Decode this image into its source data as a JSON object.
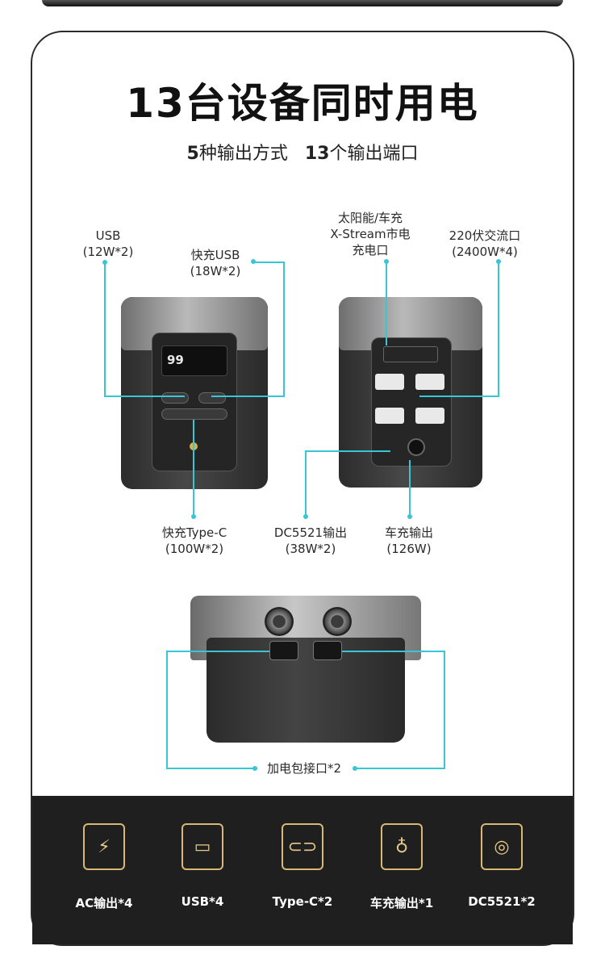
{
  "headline": "13台设备同时用电",
  "subline": {
    "part1_num": "5",
    "part1_text": "种输出方式",
    "part2_num": "13",
    "part2_text": "个输出端口"
  },
  "front_labels": {
    "usb": [
      "USB",
      "(12W*2)"
    ],
    "fast_usb": [
      "快充USB",
      "(18W*2)"
    ],
    "type_c": [
      "快充Type-C",
      "(100W*2)"
    ]
  },
  "back_labels": {
    "solar": [
      "太阳能/车充",
      "X-Stream市电",
      "充电口"
    ],
    "ac": [
      "220伏交流口",
      "(2400W*4)"
    ],
    "dc5521": [
      "DC5521输出",
      "(38W*2)"
    ],
    "car": [
      "车充输出",
      "(126W)"
    ]
  },
  "screen_value": "99",
  "extra_battery_label": "加电包接口*2",
  "ports": [
    {
      "icon": "ac-outlet-icon",
      "label": "AC输出*4"
    },
    {
      "icon": "usb-icon",
      "label": "USB*4"
    },
    {
      "icon": "type-c-icon",
      "label": "Type-C*2"
    },
    {
      "icon": "car-charger-icon",
      "label": "车充输出*1"
    },
    {
      "icon": "dc5521-icon",
      "label": "DC5521*2"
    }
  ],
  "colors": {
    "accent_line": "#38c6d6",
    "icon_gold": "#d8b974",
    "strip_bg": "#1f1f1f"
  }
}
